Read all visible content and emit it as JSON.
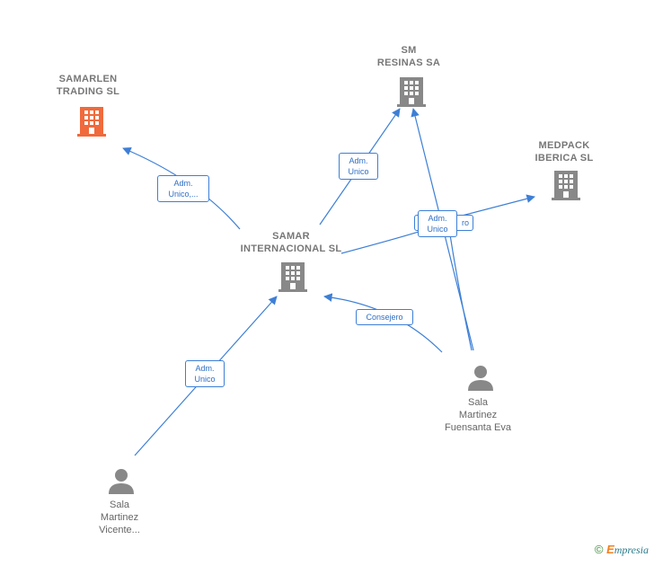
{
  "nodes": {
    "samarlen": {
      "lines": [
        "SAMARLEN",
        "TRADING  SL"
      ],
      "color": "#f06a3c"
    },
    "smresinas": {
      "lines": [
        "SM",
        "RESINAS SA"
      ],
      "color": "#888888"
    },
    "medpack": {
      "lines": [
        "MEDPACK",
        "IBERICA  SL"
      ],
      "color": "#888888"
    },
    "samar": {
      "lines": [
        "SAMAR",
        "INTERNACIONAL SL"
      ],
      "color": "#888888"
    },
    "fuensanta": {
      "lines": [
        "Sala",
        "Martinez",
        "Fuensanta Eva"
      ],
      "color": "#888888"
    },
    "vicente": {
      "lines": [
        "Sala",
        "Martinez",
        "Vicente..."
      ],
      "color": "#888888"
    }
  },
  "edges": {
    "samar_samarlen": {
      "lines": [
        "Adm.",
        "Unico,..."
      ]
    },
    "samar_smresinas": {
      "lines": [
        "Adm.",
        "Unico"
      ]
    },
    "samar_medpack_back": {
      "lines": [
        "",
        "ro"
      ]
    },
    "fuensanta_medpack": {
      "lines": [
        "Adm.",
        "Unico"
      ]
    },
    "fuensanta_samar": {
      "lines": [
        "Consejero"
      ]
    },
    "vicente_samar": {
      "lines": [
        "Adm.",
        "Unico"
      ]
    }
  },
  "edge_color": "#3d7fd6",
  "footer": {
    "symbol": "©",
    "brand_initial": "E",
    "brand_rest": "mpresia"
  }
}
